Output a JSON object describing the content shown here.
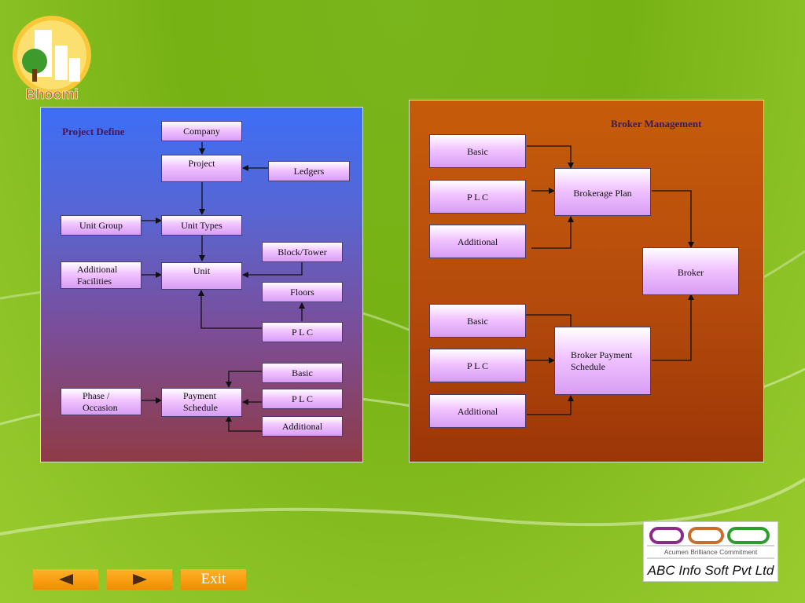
{
  "brand": {
    "name": "Bhoomi",
    "color": "#d4661a"
  },
  "colors": {
    "left_panel_top": "#3d6ef5",
    "left_panel_bottom": "#8f3b46",
    "right_panel": "#c05a0a",
    "button": "#f7a116"
  },
  "project_define": {
    "title": "Project Define",
    "boxes": {
      "company": "Company",
      "project": "Project",
      "ledgers": "Ledgers",
      "unit_group": "Unit Group",
      "unit_types": "Unit Types",
      "block_tower": "Block/Tower",
      "additional_facilities": "Additional Facilities",
      "unit": "Unit",
      "floors": "Floors",
      "plc": "P L C",
      "basic": "Basic",
      "phase_occasion": "Phase / Occasion",
      "payment_schedule": "Payment Schedule",
      "plc2": "P L C",
      "additional": "Additional"
    }
  },
  "broker_management": {
    "title": "Broker Management",
    "boxes": {
      "basic1": "Basic",
      "plc1": "P L C",
      "additional1": "Additional",
      "brokerage_plan": "Brokerage Plan",
      "broker": "Broker",
      "basic2": "Basic",
      "plc2": "P L C",
      "additional2": "Additional",
      "broker_payment_schedule": "Broker Payment Schedule"
    }
  },
  "nav": {
    "prev_icon": "left-triangle-icon",
    "next_icon": "right-triangle-icon",
    "exit_label": "Exit"
  },
  "company_logo": {
    "mark": "abc",
    "tagline": "Acumen Brilliance Commitment",
    "name": "ABC Info Soft Pvt Ltd"
  }
}
